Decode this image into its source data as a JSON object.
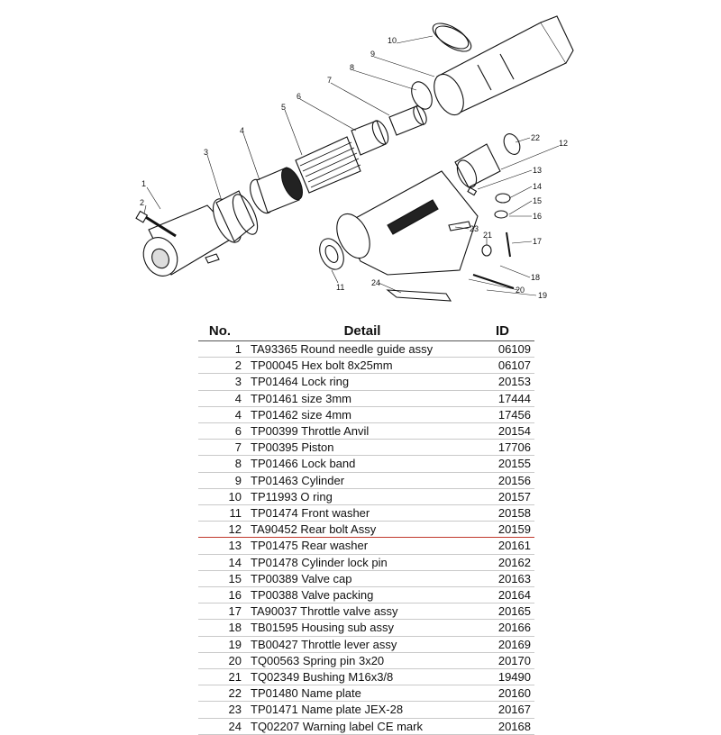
{
  "header": {
    "no": "No.",
    "detail": "Detail",
    "id": "ID"
  },
  "highlight_color": "#c0392b",
  "callouts": [
    "1",
    "2",
    "3",
    "4",
    "5",
    "6",
    "7",
    "8",
    "9",
    "10",
    "11",
    "12",
    "13",
    "14",
    "15",
    "16",
    "17",
    "18",
    "19",
    "20",
    "21",
    "22",
    "23",
    "24"
  ],
  "parts": [
    {
      "no": "1",
      "detail": "TA93365 Round needle guide assy",
      "id": "06109"
    },
    {
      "no": "2",
      "detail": "TP00045 Hex bolt 8x25mm",
      "id": "06107"
    },
    {
      "no": "3",
      "detail": "TP01464 Lock ring",
      "id": "20153"
    },
    {
      "no": "4",
      "detail": "TP01461 size 3mm",
      "id": "17444"
    },
    {
      "no": "4",
      "detail": "TP01462 size 4mm",
      "id": "17456"
    },
    {
      "no": "6",
      "detail": "TP00399 Throttle Anvil",
      "id": "20154"
    },
    {
      "no": "7",
      "detail": "TP00395 Piston",
      "id": "17706"
    },
    {
      "no": "8",
      "detail": "TP01466 Lock band",
      "id": "20155"
    },
    {
      "no": "9",
      "detail": "TP01463 Cylinder",
      "id": "20156"
    },
    {
      "no": "10",
      "detail": "TP11993 O ring",
      "id": "20157"
    },
    {
      "no": "11",
      "detail": "TP01474 Front washer",
      "id": "20158"
    },
    {
      "no": "12",
      "detail": "TA90452 Rear bolt Assy",
      "id": "20159"
    },
    {
      "no": "13",
      "detail": "TP01475 Rear washer",
      "id": "20161"
    },
    {
      "no": "14",
      "detail": "TP01478 Cylinder lock pin",
      "id": "20162"
    },
    {
      "no": "15",
      "detail": "TP00389 Valve cap",
      "id": "20163"
    },
    {
      "no": "16",
      "detail": "TP00388 Valve packing",
      "id": "20164"
    },
    {
      "no": "17",
      "detail": "TA90037 Throttle valve assy",
      "id": "20165"
    },
    {
      "no": "18",
      "detail": "TB01595 Housing sub assy",
      "id": "20166"
    },
    {
      "no": "19",
      "detail": "TB00427 Throttle lever assy",
      "id": "20169"
    },
    {
      "no": "20",
      "detail": "TQ00563 Spring pin 3x20",
      "id": "20170"
    },
    {
      "no": "21",
      "detail": "TQ02349 Bushing M16x3/8",
      "id": "19490"
    },
    {
      "no": "22",
      "detail": "TP01480 Name plate",
      "id": "20160"
    },
    {
      "no": "23",
      "detail": "TP01471 Name plate JEX-28",
      "id": "20167"
    },
    {
      "no": "24",
      "detail": "TQ02207 Warning label CE mark",
      "id": "20168"
    }
  ],
  "highlight_row_index": 11
}
